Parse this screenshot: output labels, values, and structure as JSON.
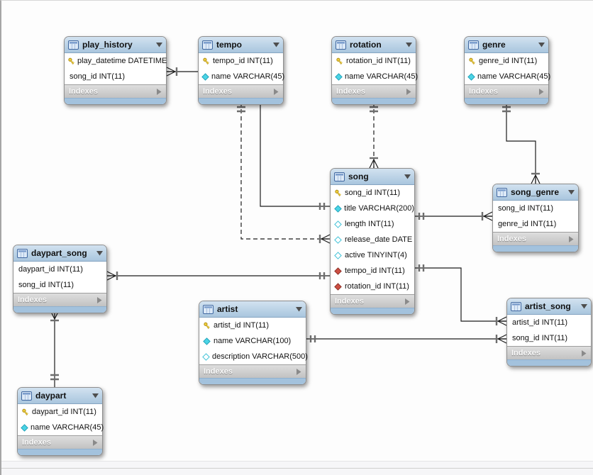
{
  "diagram": {
    "tables": [
      {
        "name": "play_history",
        "footer": "Indexes",
        "columns": [
          {
            "icon": "key",
            "text": "play_datetime DATETIME"
          },
          {
            "icon": "none",
            "text": "song_id INT(11)"
          }
        ]
      },
      {
        "name": "tempo",
        "footer": "Indexes",
        "columns": [
          {
            "icon": "key",
            "text": "tempo_id INT(11)"
          },
          {
            "icon": "diamond-filled",
            "text": "name VARCHAR(45)"
          }
        ]
      },
      {
        "name": "rotation",
        "footer": "Indexes",
        "columns": [
          {
            "icon": "key",
            "text": "rotation_id INT(11)"
          },
          {
            "icon": "diamond-filled",
            "text": "name VARCHAR(45)"
          }
        ]
      },
      {
        "name": "genre",
        "footer": "Indexes",
        "columns": [
          {
            "icon": "key",
            "text": "genre_id INT(11)"
          },
          {
            "icon": "diamond-filled",
            "text": "name VARCHAR(45)"
          }
        ]
      },
      {
        "name": "song",
        "footer": "Indexes",
        "columns": [
          {
            "icon": "key",
            "text": "song_id INT(11)"
          },
          {
            "icon": "diamond-filled",
            "text": "title VARCHAR(200)"
          },
          {
            "icon": "diamond-hollow",
            "text": "length INT(11)"
          },
          {
            "icon": "diamond-hollow",
            "text": "release_date DATE"
          },
          {
            "icon": "diamond-hollow",
            "text": "active TINYINT(4)"
          },
          {
            "icon": "diamond-red",
            "text": "tempo_id INT(11)"
          },
          {
            "icon": "diamond-red",
            "text": "rotation_id INT(11)"
          }
        ]
      },
      {
        "name": "song_genre",
        "footer": "Indexes",
        "columns": [
          {
            "icon": "none",
            "text": "song_id INT(11)"
          },
          {
            "icon": "none",
            "text": "genre_id INT(11)"
          }
        ]
      },
      {
        "name": "daypart_song",
        "footer": "Indexes",
        "columns": [
          {
            "icon": "none",
            "text": "daypart_id INT(11)"
          },
          {
            "icon": "none",
            "text": "song_id INT(11)"
          }
        ]
      },
      {
        "name": "artist",
        "footer": "Indexes",
        "columns": [
          {
            "icon": "key",
            "text": "artist_id INT(11)"
          },
          {
            "icon": "diamond-filled",
            "text": "name VARCHAR(100)"
          },
          {
            "icon": "diamond-hollow",
            "text": "description VARCHAR(500)"
          }
        ]
      },
      {
        "name": "artist_song",
        "footer": "Indexes",
        "columns": [
          {
            "icon": "none",
            "text": "artist_id INT(11)"
          },
          {
            "icon": "none",
            "text": "song_id INT(11)"
          }
        ]
      },
      {
        "name": "daypart",
        "footer": "Indexes",
        "columns": [
          {
            "icon": "key",
            "text": "daypart_id INT(11)"
          },
          {
            "icon": "diamond-filled",
            "text": "name VARCHAR(45)"
          }
        ]
      }
    ],
    "relationships": [
      {
        "many_side": "play_history",
        "one_side": "song",
        "style": "solid"
      },
      {
        "many_side": "song",
        "one_side": "tempo",
        "style": "dashed"
      },
      {
        "many_side": "song",
        "one_side": "rotation",
        "style": "dashed"
      },
      {
        "many_side": "song_genre",
        "one_side": "genre",
        "style": "solid"
      },
      {
        "many_side": "song_genre",
        "one_side": "song",
        "style": "solid"
      },
      {
        "many_side": "artist_song",
        "one_side": "song",
        "style": "solid"
      },
      {
        "many_side": "artist_song",
        "one_side": "artist",
        "style": "solid"
      },
      {
        "many_side": "daypart_song",
        "one_side": "song",
        "style": "solid"
      },
      {
        "many_side": "daypart_song",
        "one_side": "daypart",
        "style": "solid"
      }
    ],
    "icon_legend": {
      "key": "primary-key (yellow key)",
      "diamond-filled": "not-null column (cyan diamond)",
      "diamond-hollow": "nullable column (white diamond)",
      "diamond-red": "foreign-key column (red diamond)"
    },
    "colors": {
      "header_top": "#d2e2f0",
      "header_bottom": "#a9c6de",
      "bottom_strip": "#a3c2dd",
      "indexes_bar": "#c9c9c9",
      "line": "#1c1c1c"
    }
  }
}
